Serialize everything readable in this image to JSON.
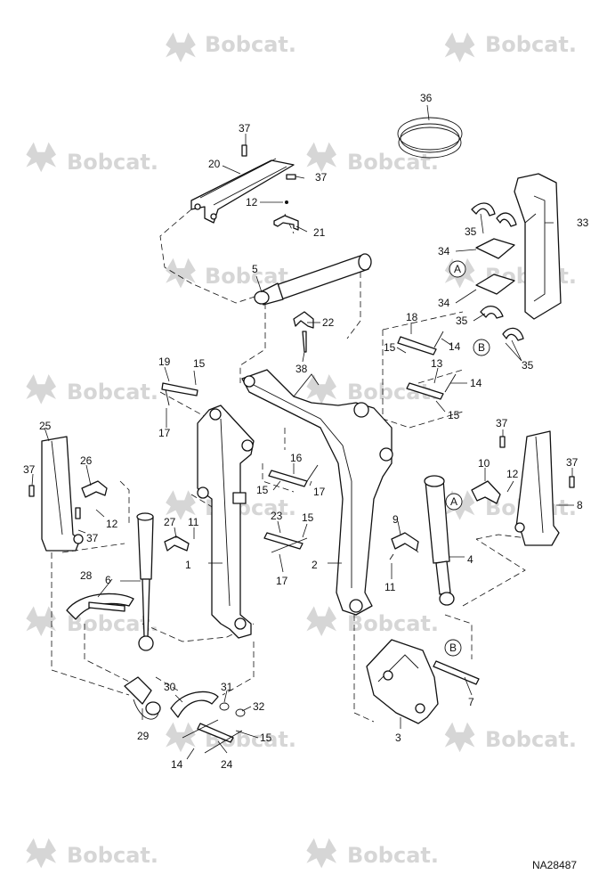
{
  "watermark": {
    "text": "Bobcat.",
    "color": "#d6d6d6"
  },
  "drawing_number": "NA28487",
  "callouts": [
    {
      "id": "c1",
      "label": "1"
    },
    {
      "id": "c2",
      "label": "2"
    },
    {
      "id": "c3",
      "label": "3"
    },
    {
      "id": "c4",
      "label": "4"
    },
    {
      "id": "c5",
      "label": "5"
    },
    {
      "id": "c6",
      "label": "6"
    },
    {
      "id": "c7",
      "label": "7"
    },
    {
      "id": "c8",
      "label": "8"
    },
    {
      "id": "c9",
      "label": "9"
    },
    {
      "id": "c10",
      "label": "10"
    },
    {
      "id": "c11a",
      "label": "11"
    },
    {
      "id": "c11b",
      "label": "11"
    },
    {
      "id": "c12a",
      "label": "12"
    },
    {
      "id": "c12b",
      "label": "12"
    },
    {
      "id": "c12c",
      "label": "12"
    },
    {
      "id": "c13",
      "label": "13"
    },
    {
      "id": "c14a",
      "label": "14"
    },
    {
      "id": "c14b",
      "label": "14"
    },
    {
      "id": "c14c",
      "label": "14"
    },
    {
      "id": "c15a",
      "label": "15"
    },
    {
      "id": "c15b",
      "label": "15"
    },
    {
      "id": "c15c",
      "label": "15"
    },
    {
      "id": "c15d",
      "label": "15"
    },
    {
      "id": "c15e",
      "label": "15"
    },
    {
      "id": "c15f",
      "label": "15"
    },
    {
      "id": "c16",
      "label": "16"
    },
    {
      "id": "c17a",
      "label": "17"
    },
    {
      "id": "c17b",
      "label": "17"
    },
    {
      "id": "c17c",
      "label": "17"
    },
    {
      "id": "c18",
      "label": "18"
    },
    {
      "id": "c19",
      "label": "19"
    },
    {
      "id": "c20",
      "label": "20"
    },
    {
      "id": "c21",
      "label": "21"
    },
    {
      "id": "c22",
      "label": "22"
    },
    {
      "id": "c23",
      "label": "23"
    },
    {
      "id": "c24",
      "label": "24"
    },
    {
      "id": "c25",
      "label": "25"
    },
    {
      "id": "c26",
      "label": "26"
    },
    {
      "id": "c27",
      "label": "27"
    },
    {
      "id": "c28",
      "label": "28"
    },
    {
      "id": "c29",
      "label": "29"
    },
    {
      "id": "c30",
      "label": "30"
    },
    {
      "id": "c31",
      "label": "31"
    },
    {
      "id": "c32",
      "label": "32"
    },
    {
      "id": "c33",
      "label": "33"
    },
    {
      "id": "c34a",
      "label": "34"
    },
    {
      "id": "c34b",
      "label": "34"
    },
    {
      "id": "c35a",
      "label": "35"
    },
    {
      "id": "c35b",
      "label": "35"
    },
    {
      "id": "c35c",
      "label": "35"
    },
    {
      "id": "c36",
      "label": "36"
    },
    {
      "id": "c37a",
      "label": "37"
    },
    {
      "id": "c37b",
      "label": "37"
    },
    {
      "id": "c37c",
      "label": "37"
    },
    {
      "id": "c37d",
      "label": "37"
    },
    {
      "id": "c37e",
      "label": "37"
    },
    {
      "id": "c37f",
      "label": "37"
    },
    {
      "id": "c38",
      "label": "38"
    }
  ],
  "reference_markers": [
    {
      "id": "ra1",
      "label": "A"
    },
    {
      "id": "ra2",
      "label": "A"
    },
    {
      "id": "rb1",
      "label": "B"
    },
    {
      "id": "rb2",
      "label": "B"
    }
  ]
}
